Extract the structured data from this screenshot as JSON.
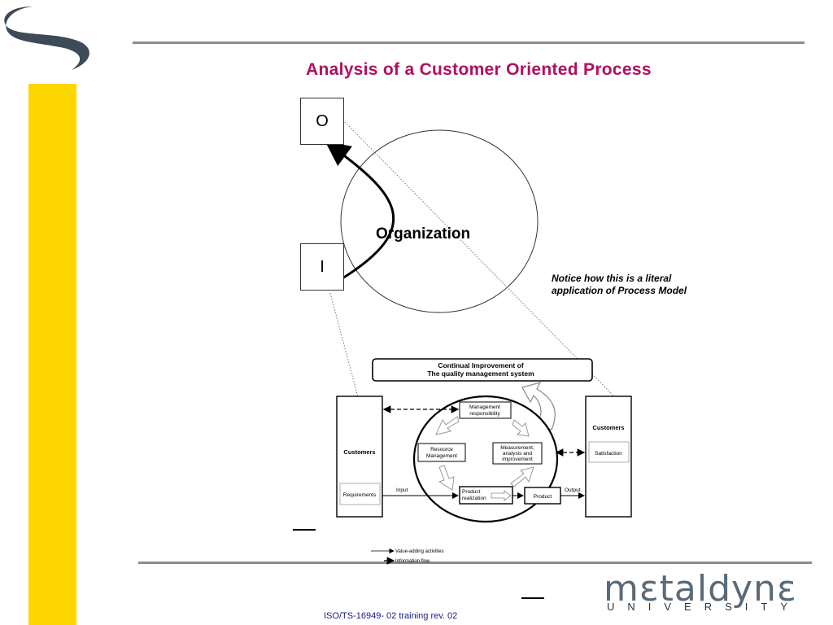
{
  "slide": {
    "title": "Analysis of a Customer Oriented Process",
    "footer": "ISO/TS-16949- 02 training rev. 02",
    "note": "Notice how this is a literal application of Process Model",
    "colors": {
      "title": "#B0105C",
      "accent_bar": "#FFD700",
      "rule": "#8c8c8c",
      "logo": "#5a6a78"
    }
  },
  "top_diagram": {
    "output_label": "O",
    "input_label": "I",
    "organization_label": "Organization"
  },
  "process_model": {
    "ci_banner_line1": "Continual Improvement of",
    "ci_banner_line2": "The quality management system",
    "left_customers": "Customers",
    "requirements": "Requirements",
    "right_customers": "Customers",
    "satisfaction": "Satisfaction",
    "mgmt_line1": "Management",
    "mgmt_line2": "responsibility",
    "resource_line1": "Resource",
    "resource_line2": "Management",
    "measure_line1": "Measurement,",
    "measure_line2": "analysis and",
    "measure_line3": "improvement",
    "realization_line1": "Product",
    "realization_line2": "realization",
    "product": "Product",
    "input": "Input",
    "output": "Output",
    "legend_value": "Value-adding activities",
    "legend_info": "Information flow"
  },
  "logo": {
    "word": "mεtaldynε",
    "sub": "UNIVERSITY",
    "icon": "swoosh-logo-icon"
  }
}
